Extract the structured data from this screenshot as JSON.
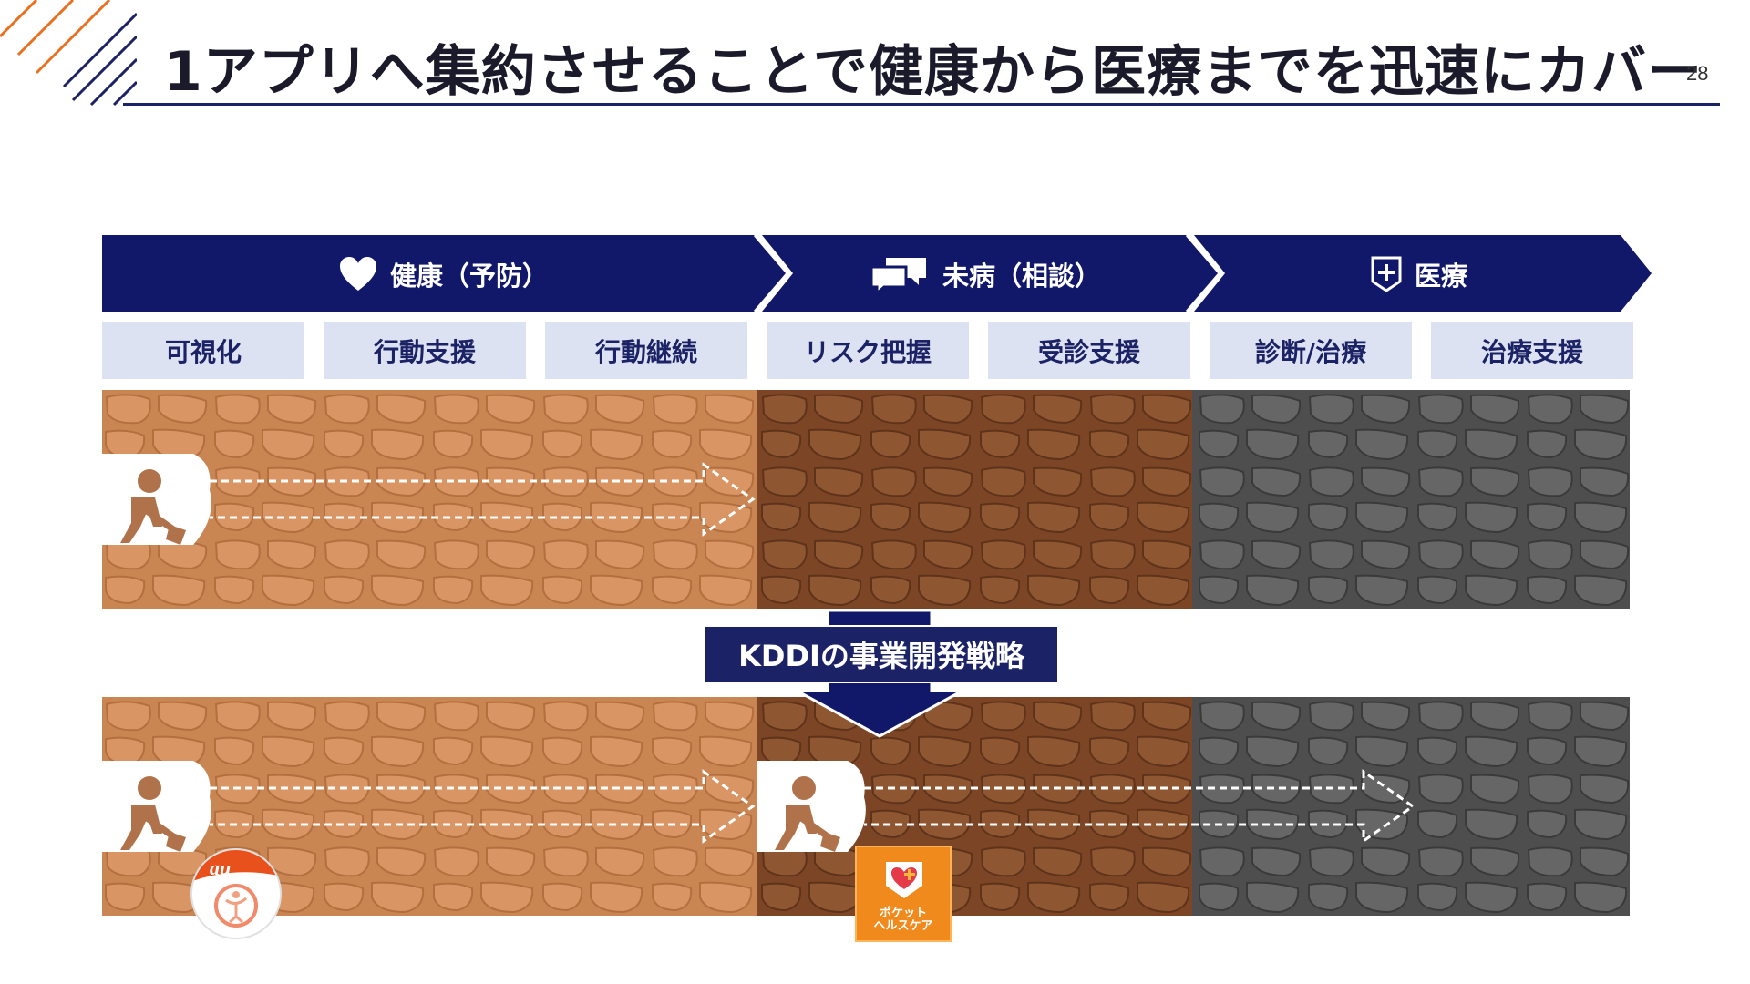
{
  "slide": {
    "title": "1アプリへ集約させることで健康から医療までを迅速にカバー",
    "page_number": "28"
  },
  "phases": [
    {
      "label": "健康（予防）",
      "icon": "heart-icon"
    },
    {
      "label": "未病（相談）",
      "icon": "chat-bubbles-icon"
    },
    {
      "label": "医療",
      "icon": "medical-shield-icon"
    }
  ],
  "steps": [
    "可視化",
    "行動支援",
    "行動継続",
    "リスク把握",
    "受診支援",
    "診断/治療",
    "治療支援"
  ],
  "strategy": {
    "label": "KDDIの事業開発戦略"
  },
  "apps": {
    "au_logo_text": "au",
    "pocket_healthcare": {
      "line1": "ポケット",
      "line2": "ヘルスケア"
    }
  },
  "colors": {
    "navy": "#1b2266",
    "step_bg": "#dde2f2",
    "soil_light": "#c98552",
    "soil_dark": "#8a5230",
    "rock_gray": "#5e5e5e",
    "accent_orange": "#f08a1c"
  }
}
